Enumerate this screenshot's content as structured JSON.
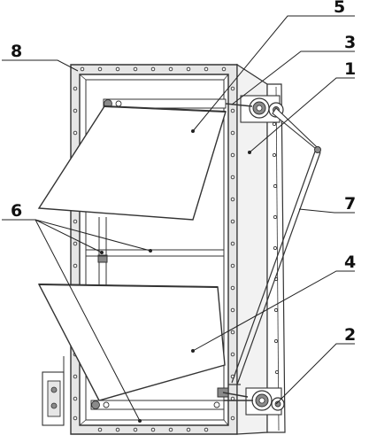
{
  "diagram": {
    "labels": [
      {
        "id": "callout-1",
        "text": "1"
      },
      {
        "id": "callout-2",
        "text": "2"
      },
      {
        "id": "callout-3",
        "text": "3"
      },
      {
        "id": "callout-4",
        "text": "4"
      },
      {
        "id": "callout-5",
        "text": "5"
      },
      {
        "id": "callout-6",
        "text": "6"
      },
      {
        "id": "callout-7",
        "text": "7"
      },
      {
        "id": "callout-8",
        "text": "8"
      }
    ],
    "colors": {
      "line": "#333333",
      "frame_fill": "#e6e6e6",
      "blade_fill": "#ffffff",
      "shade": "#8a8a8a"
    }
  }
}
